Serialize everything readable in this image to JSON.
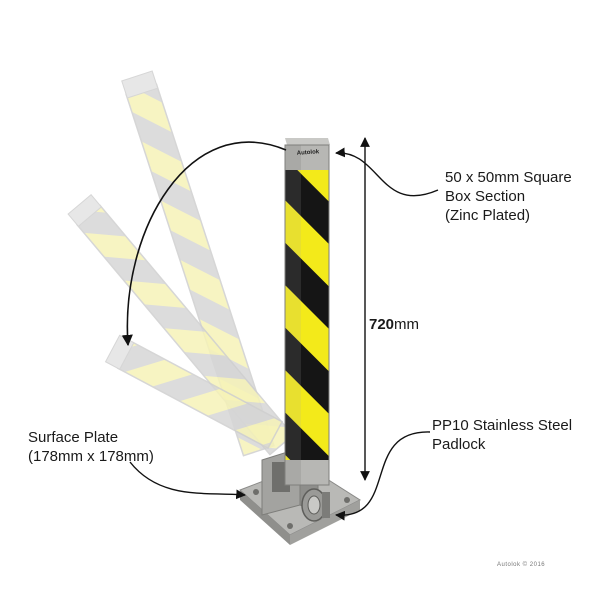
{
  "brand_on_post": "Autolok",
  "labels": {
    "box_section": [
      "50 x 50mm Square",
      "Box Section",
      "(Zinc Plated)"
    ],
    "height_value": "720",
    "height_unit": "mm",
    "padlock": [
      "PP10 Stainless Steel",
      "Padlock"
    ],
    "surface_plate": [
      "Surface Plate",
      "(178mm x 178mm)"
    ]
  },
  "copyright": "Autolok © 2016",
  "colors": {
    "post_metal": "#a9a9a6",
    "stripe_yellow": "#f3ea1a",
    "stripe_black": "#151515",
    "ghost_grey": "#d8d8d8",
    "ghost_yellow": "#f6f3b8",
    "line": "#111111"
  }
}
